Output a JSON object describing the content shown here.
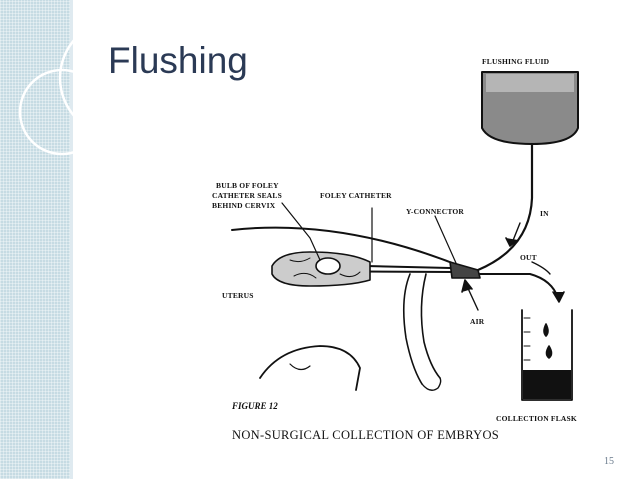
{
  "slide": {
    "title": "Flushing",
    "page_number": "15"
  },
  "diagram": {
    "labels": {
      "flushing_fluid": "FLUSHING FLUID",
      "bulb_line1": "BULB OF FOLEY",
      "bulb_line2": "CATHETER SEALS",
      "bulb_line3": "BEHIND CERVIX",
      "foley_catheter": "FOLEY CATHETER",
      "y_connector": "Y-CONNECTOR",
      "in": "IN",
      "out": "OUT",
      "uterus": "UTERUS",
      "air": "AIR",
      "collection_flask": "COLLECTION FLASK"
    },
    "figure_number": "FIGURE 12",
    "figure_title": "NON-SURGICAL COLLECTION OF EMBRYOS"
  }
}
